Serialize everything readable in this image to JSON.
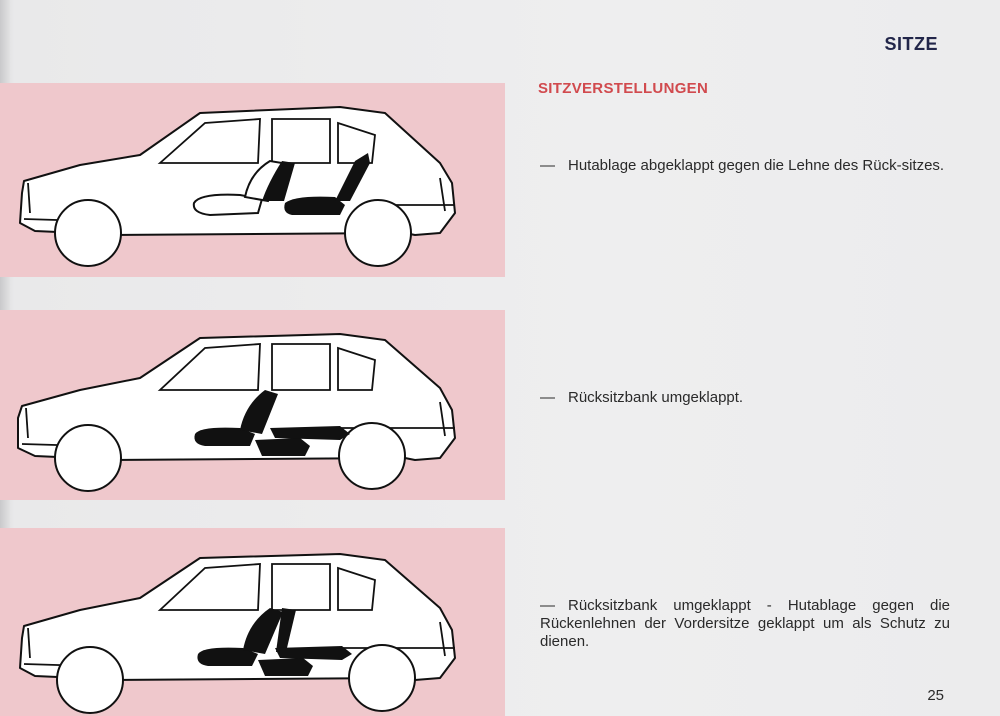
{
  "section_title": "SITZE",
  "heading": "SITZVERSTELLUNGEN",
  "items": [
    {
      "dash": "—",
      "text": "Hutablage abgeklappt gegen die Lehne des Rück-sitzes."
    },
    {
      "dash": "—",
      "text": "Rücksitzbank umgeklappt."
    },
    {
      "dash": "—",
      "text": "Rücksitzbank umgeklappt - Hutablage gegen die Rückenlehnen der Vordersitze geklappt um als Schutz zu dienen."
    }
  ],
  "page_number": "25",
  "colors": {
    "panel": "#efc8cc",
    "heading": "#d14a4e",
    "title": "#22264a"
  }
}
